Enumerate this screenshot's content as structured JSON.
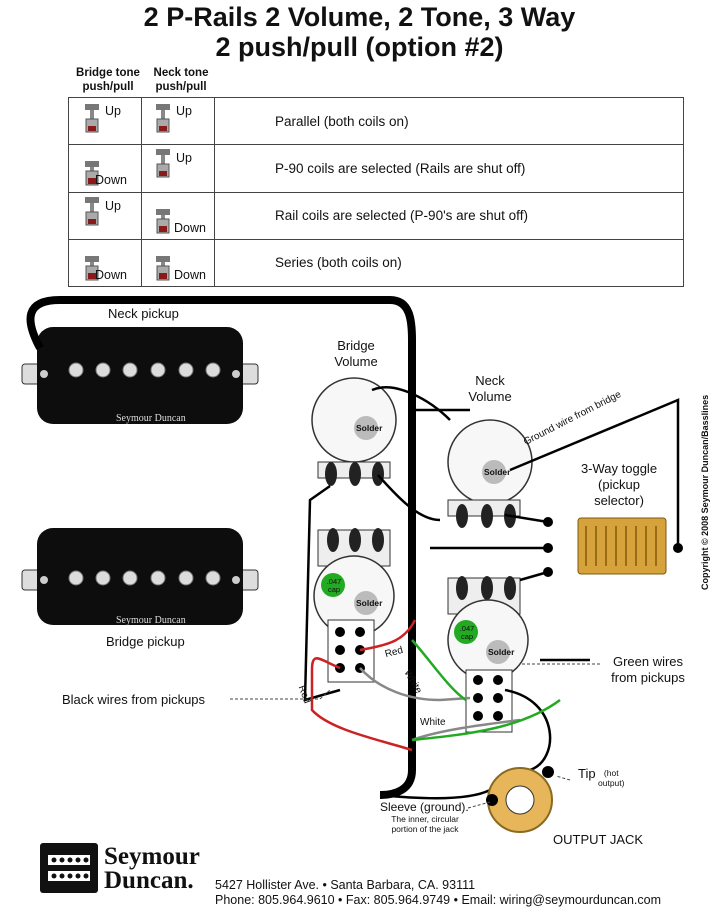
{
  "title": {
    "line1": "2 P-Rails 2 Volume, 2 Tone, 3 Way",
    "line2": "2 push/pull (option #2)"
  },
  "table": {
    "header_bridge": [
      "Bridge tone",
      "push/pull"
    ],
    "header_neck": [
      "Neck tone",
      "push/pull"
    ],
    "rows": [
      {
        "bridge": "Up",
        "neck": "Up",
        "desc": "Parallel (both coils on)"
      },
      {
        "bridge": "Down",
        "neck": "Up",
        "desc": "P-90 coils are selected (Rails are shut off)"
      },
      {
        "bridge": "Up",
        "neck": "Down",
        "desc": "Rail coils are selected (P-90's are shut off)"
      },
      {
        "bridge": "Down",
        "neck": "Down",
        "desc": "Series (both coils on)"
      }
    ]
  },
  "labels": {
    "neck_pickup": "Neck pickup",
    "bridge_pickup": "Bridge pickup",
    "pickup_brand": "Seymour Duncan",
    "bridge_volume": [
      "Bridge",
      "Volume"
    ],
    "neck_volume": [
      "Neck",
      "Volume"
    ],
    "ground_wire": "Ground wire from bridge",
    "toggle": [
      "3-Way toggle",
      "(pickup",
      "selector)"
    ],
    "solder": "Solder",
    "cap": ".047 cap",
    "red": "Red",
    "white": "White",
    "black_wires": "Black wires from pickups",
    "green_wires": [
      "Green wires",
      "from pickups"
    ],
    "tip": "Tip",
    "tip_sub": [
      "(hot",
      "output)"
    ],
    "sleeve": "Sleeve (ground).",
    "sleeve_sub": [
      "The inner, circular",
      "portion of the jack"
    ],
    "output_jack": "OUTPUT JACK",
    "copyright": "Copyright © 2008 Seymour Duncan/Basslines"
  },
  "footer": {
    "brand_line1": "Seymour",
    "brand_line2": "Duncan.",
    "address": "5427 Hollister Ave. • Santa Barbara, CA. 93111",
    "contact": "Phone: 805.964.9610 • Fax: 805.964.9749 • Email: wiring@seymourduncan.com"
  }
}
